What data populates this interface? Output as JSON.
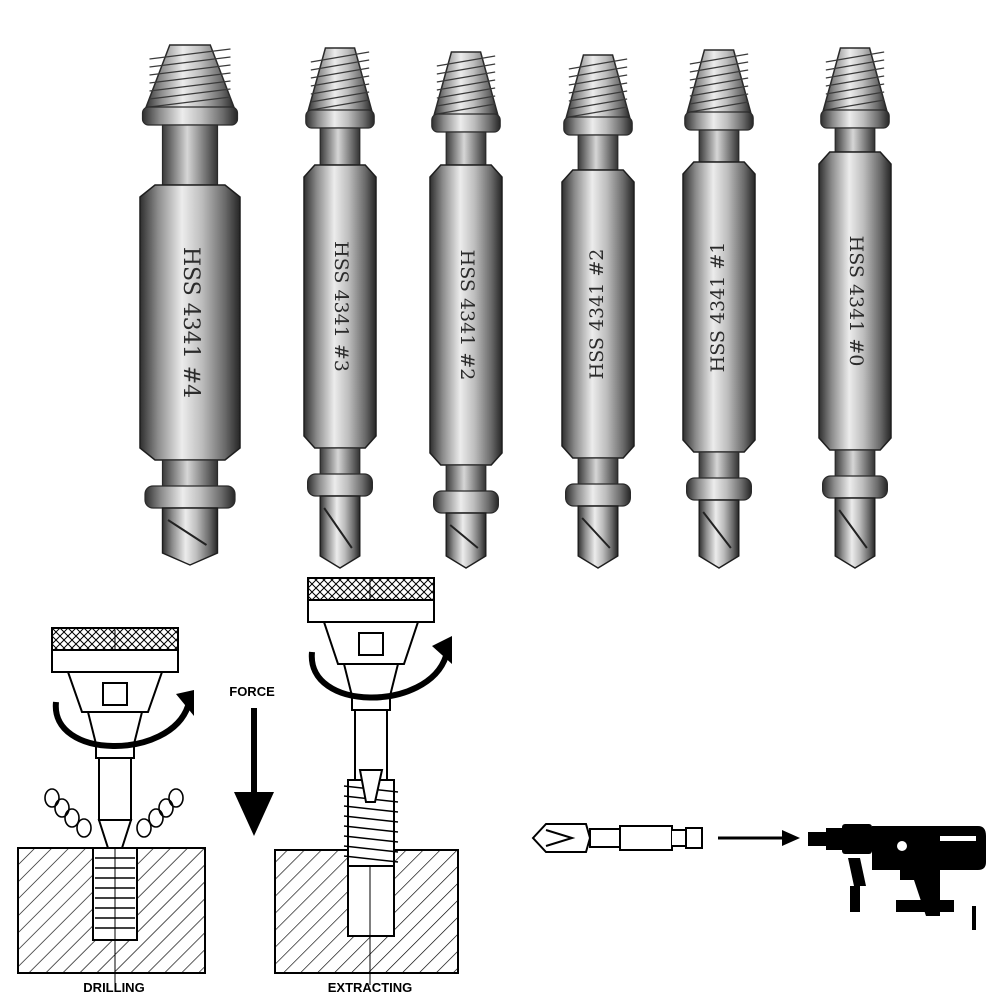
{
  "bits": [
    {
      "engraving": "HSS 4341 #4"
    },
    {
      "engraving": "HSS 4341 #3"
    },
    {
      "engraving": "HSS 4341 #2"
    },
    {
      "engraving": "HSS 4341 #2"
    },
    {
      "engraving": "HSS 4341 #1"
    },
    {
      "engraving": "HSS 4341 #0"
    }
  ],
  "diagram": {
    "drilling_label": "DRILLING",
    "force_label": "FORCE",
    "extracting_label": "EXTRACTING"
  },
  "colors": {
    "steel_dark": "#4a4a4a",
    "steel_mid": "#9a9a9a",
    "steel_light": "#e6e6e6",
    "ink": "#000000"
  },
  "icons": [
    "extractor-bit-icon",
    "arrow-right-icon",
    "power-drill-icon"
  ]
}
